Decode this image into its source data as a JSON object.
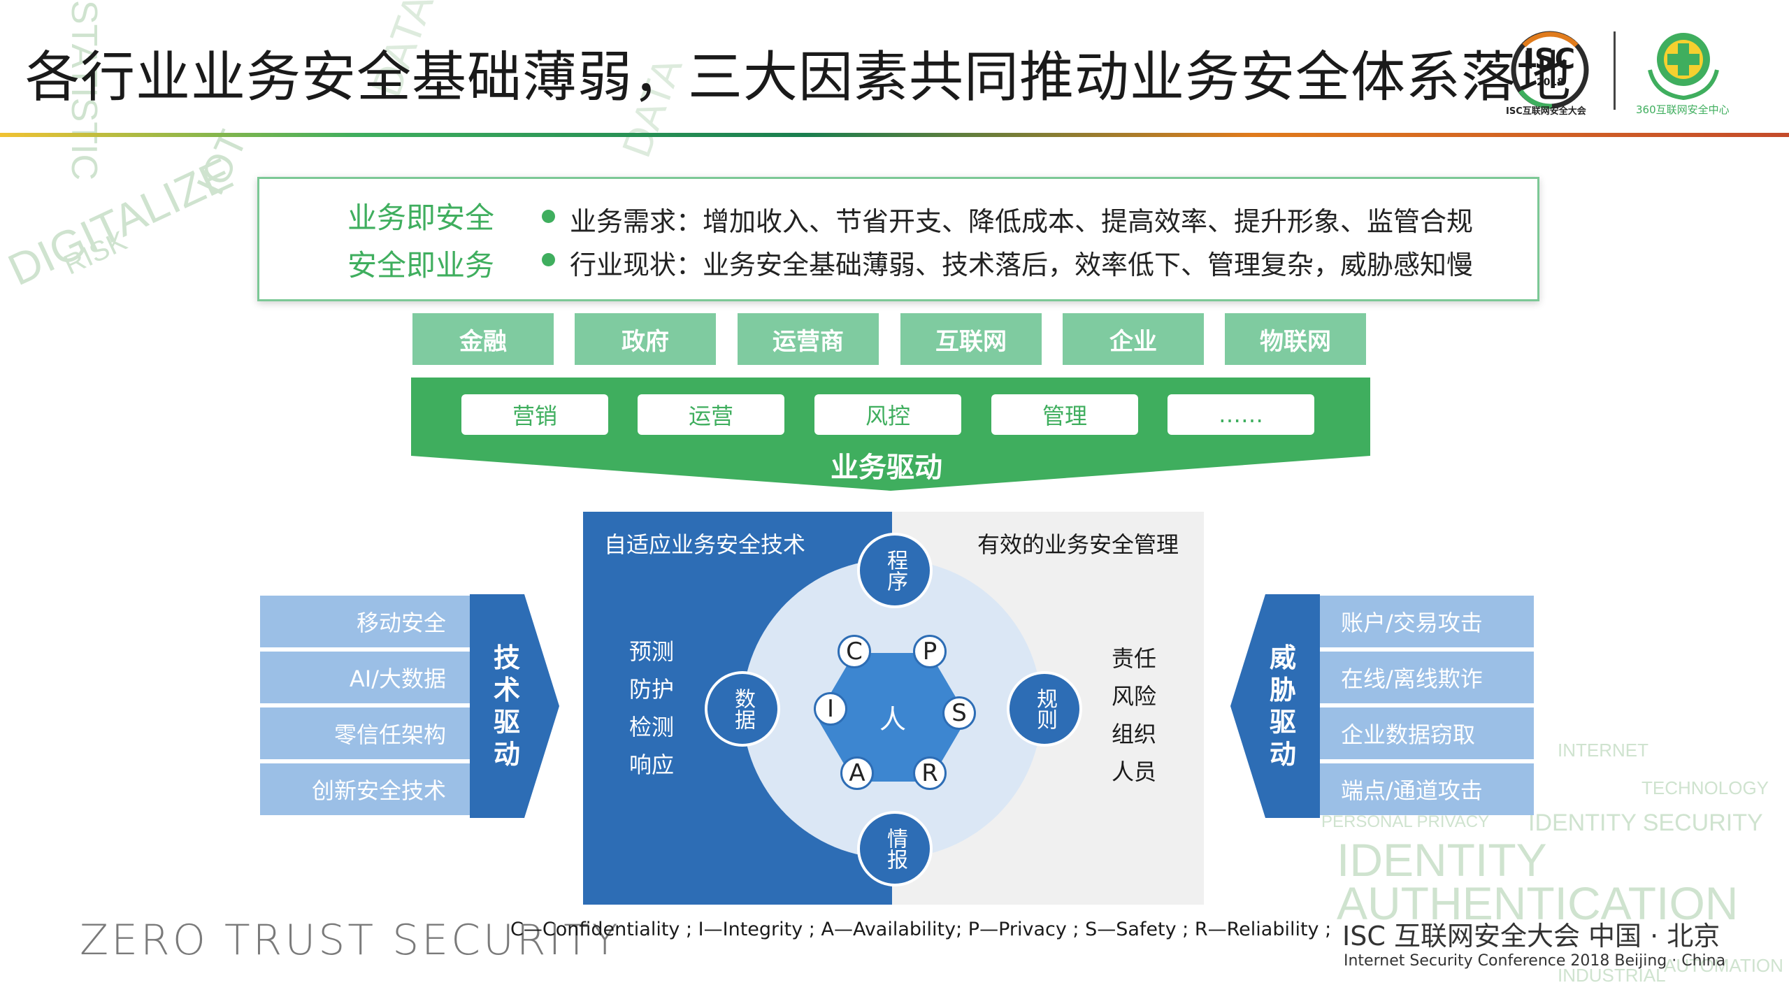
{
  "title": "各行业业务安全基础薄弱，三大因素共同推动业务安全体系落地",
  "logos": {
    "isc_text": "ISC",
    "isc_year": "2018",
    "isc_caption": "ISC互联网安全大会",
    "center_caption": "360互联网安全中心"
  },
  "watermark_words": [
    "STATISTIC",
    "DATA",
    "IOT",
    "DIGITALIZE",
    "RISK",
    "DATA",
    "INTERNET",
    "TECHNOLOGY",
    "PERSONAL PRIVACY",
    "IDENTITY SECURITY",
    "IDENTITY",
    "AUTHENTICATION",
    "INDUSTRIAL",
    "AUTOMATION"
  ],
  "message_box": {
    "slogans": [
      "业务即安全",
      "安全即业务"
    ],
    "bullets": [
      "业务需求：增加收入、节省开支、降低成本、提高效率、提升形象、监管合规",
      "行业现状：业务安全基础薄弱、技术落后，效率低下、管理复杂，威胁感知慢"
    ]
  },
  "industries": [
    "金融",
    "政府",
    "运营商",
    "互联网",
    "企业",
    "物联网"
  ],
  "business_drive": {
    "items": [
      "营销",
      "运营",
      "风控",
      "管理",
      "……"
    ],
    "label": "业务驱动"
  },
  "left_panel": {
    "items": [
      "移动安全",
      "AI/大数据",
      "零信任架构",
      "创新安全技术"
    ],
    "label": "技术驱动"
  },
  "right_panel": {
    "items": [
      "账户/交易攻击",
      "在线/离线欺诈",
      "企业数据窃取",
      "端点/通道攻击"
    ],
    "label": "威胁驱动"
  },
  "center": {
    "left_title": "自适应业务安全技术",
    "right_title": "有效的业务安全管理",
    "left_list": [
      "预测",
      "防护",
      "检测",
      "响应"
    ],
    "right_list": [
      "责任",
      "风险",
      "组织",
      "人员"
    ],
    "nodes": {
      "top": "程序",
      "left": "数据",
      "right": "规则",
      "bottom": "情报"
    },
    "hub": "人",
    "letters": {
      "c": "C",
      "p": "P",
      "i": "I",
      "s": "S",
      "a": "A",
      "r": "R"
    }
  },
  "footer": {
    "zero_trust": "ZERO TRUST SECURITY",
    "legend": "C—Confidentiality ; I—Integrity ; A—Availability; P—Privacy ; S—Safety ; R—Reliability ;",
    "isc_main": "ISC 互联网安全大会 中国 · 北京",
    "isc_sub": "Internet Security Conference 2018  Beijing · China"
  },
  "colors": {
    "green": "#3fae5e",
    "light_green": "#7fcba0",
    "blue": "#2d6db5",
    "light_blue": "#9bbfe6",
    "gray_panel": "#f0f0f0"
  }
}
